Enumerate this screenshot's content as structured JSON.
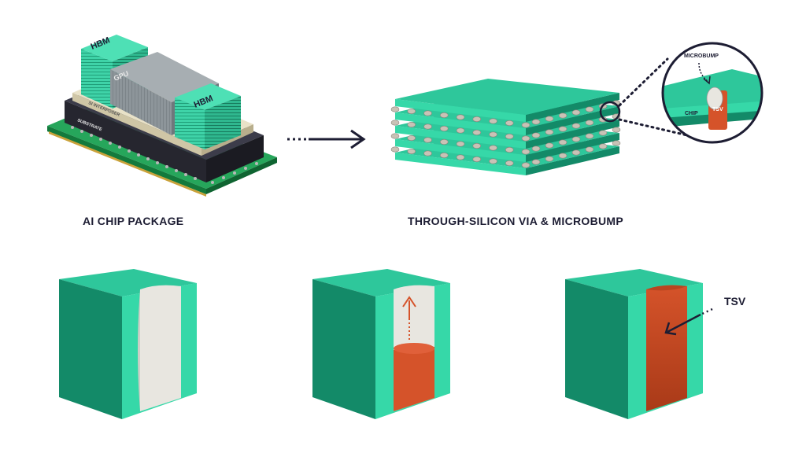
{
  "diagram": {
    "package": {
      "caption": "AI CHIP PACKAGE",
      "labels": {
        "hbm_left": "HBM",
        "hbm_right": "HBM",
        "gpu": "GPU",
        "interposer": "SI INTERPOSER",
        "substrate": "SUBSTRATE"
      }
    },
    "stack": {
      "caption": "THROUGH-SILICON VIA & MICROBUMP",
      "zoom": {
        "microbump_label": "MICROBUMP",
        "chip_label": "CHIP",
        "tsv_label": "TSV"
      }
    },
    "process": {
      "tsv_label": "TSV"
    },
    "colors": {
      "silicon_top": "#2ec79b",
      "silicon_front": "#36d8a8",
      "silicon_side": "#138a68",
      "copper": "#d5532a",
      "hole": "#e8e6e0",
      "ink": "#1d1d33",
      "gpu": "#8d959a",
      "board": "#1e8a4c"
    }
  }
}
